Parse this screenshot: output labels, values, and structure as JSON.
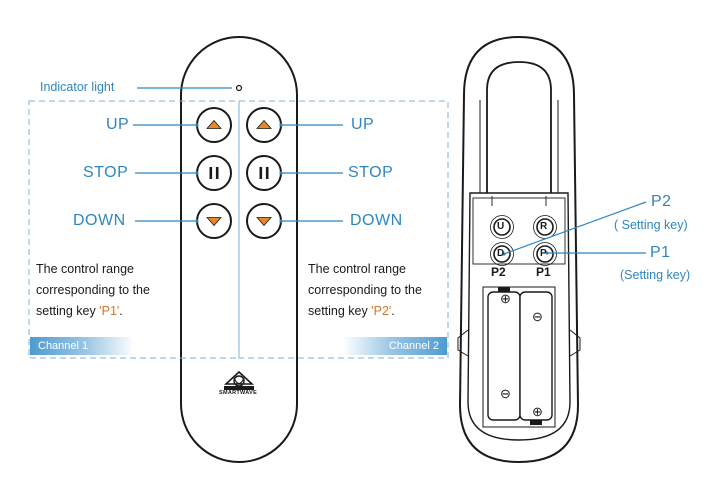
{
  "labels": {
    "indicator": "Indicator light",
    "up_left": "UP",
    "stop_left": "STOP",
    "down_left": "DOWN",
    "up_right": "UP",
    "stop_right": "STOP",
    "down_right": "DOWN",
    "p2": "P2",
    "p2_sub": "( Setting key)",
    "p1": "P1",
    "p1_sub": "(Setting key)"
  },
  "channel1": {
    "desc_line1": "The control range",
    "desc_line2": "corresponding to the",
    "desc_prefix": "setting key ",
    "desc_key": "'P1'",
    "desc_suffix": ".",
    "tag": "Channel 1"
  },
  "channel2": {
    "desc_line1": "The control range",
    "desc_line2": "corresponding to the",
    "desc_prefix": "setting key ",
    "desc_key": "'P2'",
    "desc_suffix": ".",
    "tag": "Channel 2"
  },
  "back": {
    "key_u": "U",
    "key_r": "R",
    "key_d": "D",
    "key_p": "P",
    "label_p2": "P2",
    "label_p1": "P1",
    "plus": "⊕",
    "minus": "⊖"
  },
  "logo": {
    "text": "SMARTWAVE"
  },
  "colors": {
    "accent_blue": "#2e86c1",
    "arrow_orange": "#e8882d",
    "key_text_orange": "#d9742b"
  }
}
